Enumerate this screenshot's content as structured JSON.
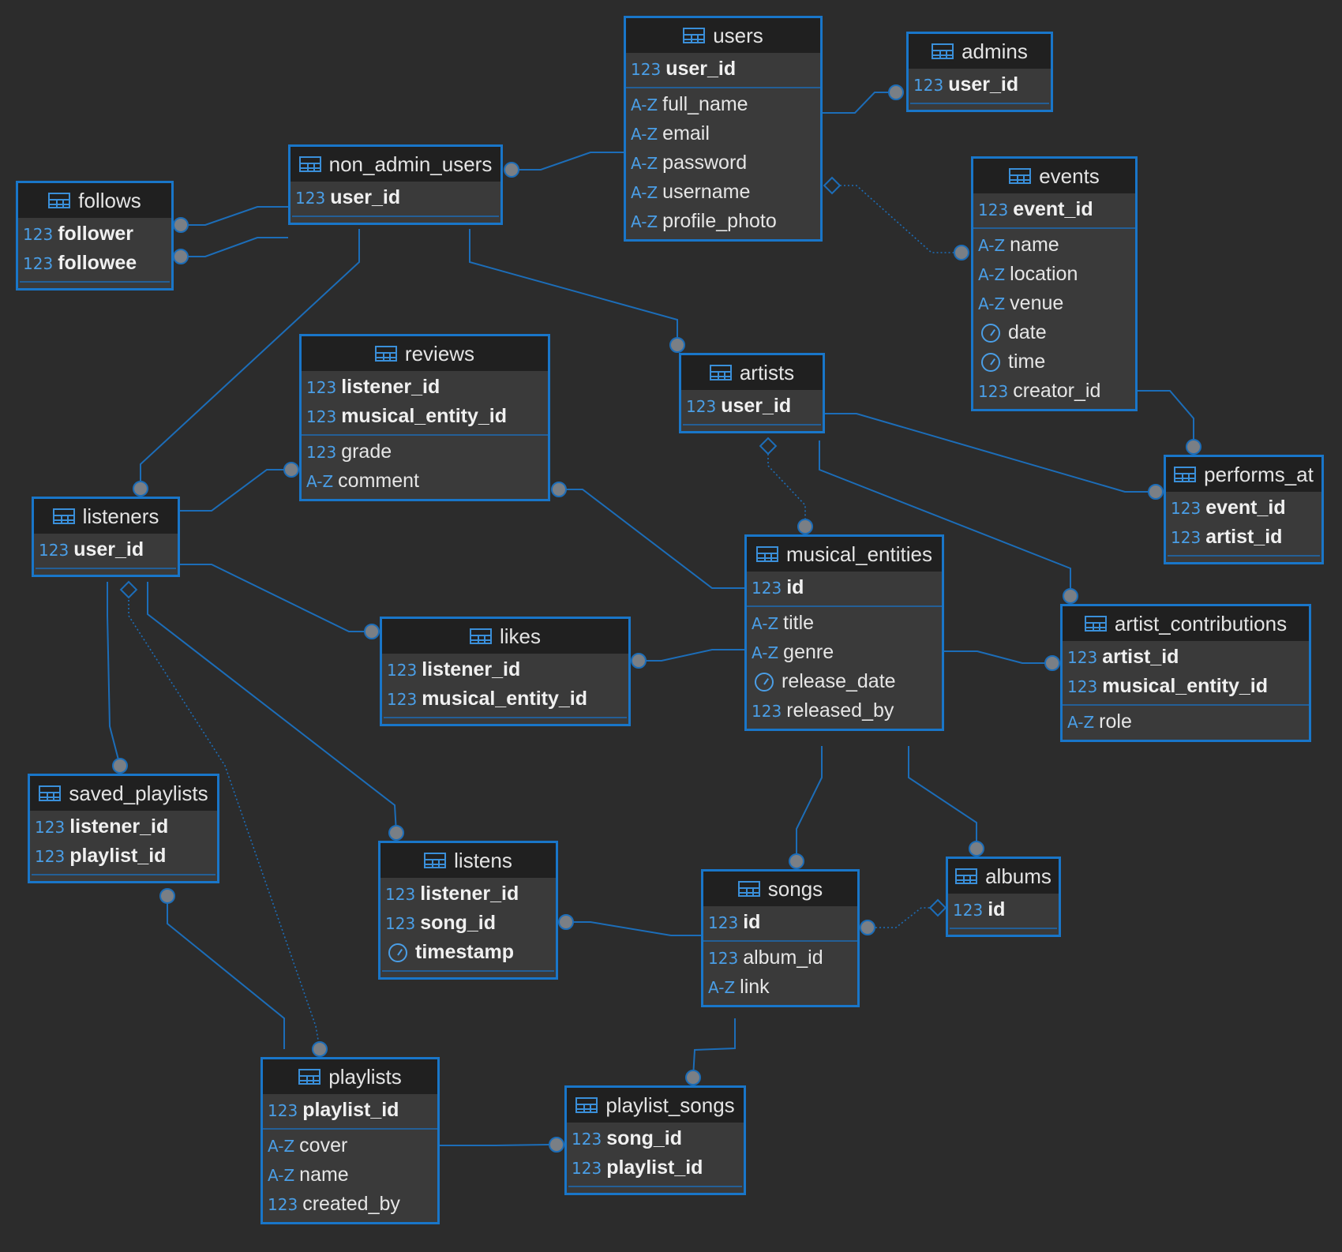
{
  "theme": {
    "background": "#2c2c2c",
    "accent": "#1976c9",
    "header": "#202020",
    "row": "#3a3a3a",
    "type_icon": "#4a9ee6",
    "connector": "#1c6db8",
    "endpoint": "#7a7f85"
  },
  "type_labels": {
    "num": "123",
    "text": "A-Z",
    "time": "clock-icon"
  },
  "tables": [
    {
      "id": "users",
      "name": "users",
      "keys": [
        {
          "name": "user_id",
          "type": "num"
        }
      ],
      "fields": [
        {
          "name": "full_name",
          "type": "text"
        },
        {
          "name": "email",
          "type": "text"
        },
        {
          "name": "password",
          "type": "text"
        },
        {
          "name": "username",
          "type": "text"
        },
        {
          "name": "profile_photo",
          "type": "text"
        }
      ]
    },
    {
      "id": "admins",
      "name": "admins",
      "keys": [
        {
          "name": "user_id",
          "type": "num"
        }
      ],
      "fields": []
    },
    {
      "id": "non_admin_users",
      "name": "non_admin_users",
      "keys": [
        {
          "name": "user_id",
          "type": "num"
        }
      ],
      "fields": []
    },
    {
      "id": "follows",
      "name": "follows",
      "keys": [
        {
          "name": "follower",
          "type": "num"
        },
        {
          "name": "followee",
          "type": "num"
        }
      ],
      "fields": []
    },
    {
      "id": "events",
      "name": "events",
      "keys": [
        {
          "name": "event_id",
          "type": "num"
        }
      ],
      "fields": [
        {
          "name": "name",
          "type": "text"
        },
        {
          "name": "location",
          "type": "text"
        },
        {
          "name": "venue",
          "type": "text"
        },
        {
          "name": "date",
          "type": "time"
        },
        {
          "name": "time",
          "type": "time"
        },
        {
          "name": "creator_id",
          "type": "num"
        }
      ]
    },
    {
      "id": "reviews",
      "name": "reviews",
      "keys": [
        {
          "name": "listener_id",
          "type": "num"
        },
        {
          "name": "musical_entity_id",
          "type": "num"
        }
      ],
      "fields": [
        {
          "name": "grade",
          "type": "num"
        },
        {
          "name": "comment",
          "type": "text"
        }
      ]
    },
    {
      "id": "artists",
      "name": "artists",
      "keys": [
        {
          "name": "user_id",
          "type": "num"
        }
      ],
      "fields": []
    },
    {
      "id": "performs_at",
      "name": "performs_at",
      "keys": [
        {
          "name": "event_id",
          "type": "num"
        },
        {
          "name": "artist_id",
          "type": "num"
        }
      ],
      "fields": []
    },
    {
      "id": "listeners",
      "name": "listeners",
      "keys": [
        {
          "name": "user_id",
          "type": "num"
        }
      ],
      "fields": []
    },
    {
      "id": "musical_entities",
      "name": "musical_entities",
      "keys": [
        {
          "name": "id",
          "type": "num"
        }
      ],
      "fields": [
        {
          "name": "title",
          "type": "text"
        },
        {
          "name": "genre",
          "type": "text"
        },
        {
          "name": "release_date",
          "type": "time"
        },
        {
          "name": "released_by",
          "type": "num"
        }
      ]
    },
    {
      "id": "likes",
      "name": "likes",
      "keys": [
        {
          "name": "listener_id",
          "type": "num"
        },
        {
          "name": "musical_entity_id",
          "type": "num"
        }
      ],
      "fields": []
    },
    {
      "id": "artist_contributions",
      "name": "artist_contributions",
      "keys": [
        {
          "name": "artist_id",
          "type": "num"
        },
        {
          "name": "musical_entity_id",
          "type": "num"
        }
      ],
      "fields": [
        {
          "name": "role",
          "type": "text"
        }
      ]
    },
    {
      "id": "saved_playlists",
      "name": "saved_playlists",
      "keys": [
        {
          "name": "listener_id",
          "type": "num"
        },
        {
          "name": "playlist_id",
          "type": "num"
        }
      ],
      "fields": []
    },
    {
      "id": "listens",
      "name": "listens",
      "keys": [
        {
          "name": "listener_id",
          "type": "num"
        },
        {
          "name": "song_id",
          "type": "num"
        },
        {
          "name": "timestamp",
          "type": "time"
        }
      ],
      "fields": []
    },
    {
      "id": "songs",
      "name": "songs",
      "keys": [
        {
          "name": "id",
          "type": "num"
        }
      ],
      "fields": [
        {
          "name": "album_id",
          "type": "num"
        },
        {
          "name": "link",
          "type": "text"
        }
      ]
    },
    {
      "id": "albums",
      "name": "albums",
      "keys": [
        {
          "name": "id",
          "type": "num"
        }
      ],
      "fields": []
    },
    {
      "id": "playlists",
      "name": "playlists",
      "keys": [
        {
          "name": "playlist_id",
          "type": "num"
        }
      ],
      "fields": [
        {
          "name": "cover",
          "type": "text"
        },
        {
          "name": "name",
          "type": "text"
        },
        {
          "name": "created_by",
          "type": "num"
        }
      ]
    },
    {
      "id": "playlist_songs",
      "name": "playlist_songs",
      "keys": [
        {
          "name": "song_id",
          "type": "num"
        },
        {
          "name": "playlist_id",
          "type": "num"
        }
      ],
      "fields": []
    }
  ],
  "relationships": [
    {
      "id": "admins-users",
      "from": "admins",
      "to": "users",
      "style": "solid"
    },
    {
      "id": "non_admin_users-users",
      "from": "non_admin_users",
      "to": "users",
      "style": "solid"
    },
    {
      "id": "events-users",
      "from": "events",
      "to": "users",
      "style": "dotted"
    },
    {
      "id": "follows-non_admin_users-1",
      "from": "follows",
      "to": "non_admin_users",
      "style": "solid"
    },
    {
      "id": "follows-non_admin_users-2",
      "from": "follows",
      "to": "non_admin_users",
      "style": "solid"
    },
    {
      "id": "listeners-non_admin_users",
      "from": "listeners",
      "to": "non_admin_users",
      "style": "solid"
    },
    {
      "id": "artists-non_admin_users",
      "from": "artists",
      "to": "non_admin_users",
      "style": "solid"
    },
    {
      "id": "performs_at-events",
      "from": "performs_at",
      "to": "events",
      "style": "solid"
    },
    {
      "id": "performs_at-artists",
      "from": "performs_at",
      "to": "artists",
      "style": "solid"
    },
    {
      "id": "reviews-listeners",
      "from": "reviews",
      "to": "listeners",
      "style": "solid"
    },
    {
      "id": "reviews-musical_entities",
      "from": "reviews",
      "to": "musical_entities",
      "style": "solid"
    },
    {
      "id": "musical_entities-artists",
      "from": "musical_entities",
      "to": "artists",
      "style": "dotted"
    },
    {
      "id": "artist_contributions-artists",
      "from": "artist_contributions",
      "to": "artists",
      "style": "solid"
    },
    {
      "id": "artist_contributions-musical_entities",
      "from": "artist_contributions",
      "to": "musical_entities",
      "style": "solid"
    },
    {
      "id": "likes-listeners",
      "from": "likes",
      "to": "listeners",
      "style": "solid"
    },
    {
      "id": "likes-musical_entities",
      "from": "likes",
      "to": "musical_entities",
      "style": "solid"
    },
    {
      "id": "saved_playlists-listeners",
      "from": "saved_playlists",
      "to": "listeners",
      "style": "solid"
    },
    {
      "id": "playlists-listeners",
      "from": "playlists",
      "to": "listeners",
      "style": "dotted"
    },
    {
      "id": "listens-listeners",
      "from": "listens",
      "to": "listeners",
      "style": "solid"
    },
    {
      "id": "listens-songs",
      "from": "listens",
      "to": "songs",
      "style": "solid"
    },
    {
      "id": "songs-musical_entities",
      "from": "songs",
      "to": "musical_entities",
      "style": "solid"
    },
    {
      "id": "albums-musical_entities",
      "from": "albums",
      "to": "musical_entities",
      "style": "solid"
    },
    {
      "id": "songs-albums",
      "from": "songs",
      "to": "albums",
      "style": "dotted"
    },
    {
      "id": "saved_playlists-playlists",
      "from": "saved_playlists",
      "to": "playlists",
      "style": "solid"
    },
    {
      "id": "playlist_songs-playlists",
      "from": "playlist_songs",
      "to": "playlists",
      "style": "solid"
    },
    {
      "id": "playlist_songs-songs",
      "from": "playlist_songs",
      "to": "songs",
      "style": "solid"
    }
  ]
}
